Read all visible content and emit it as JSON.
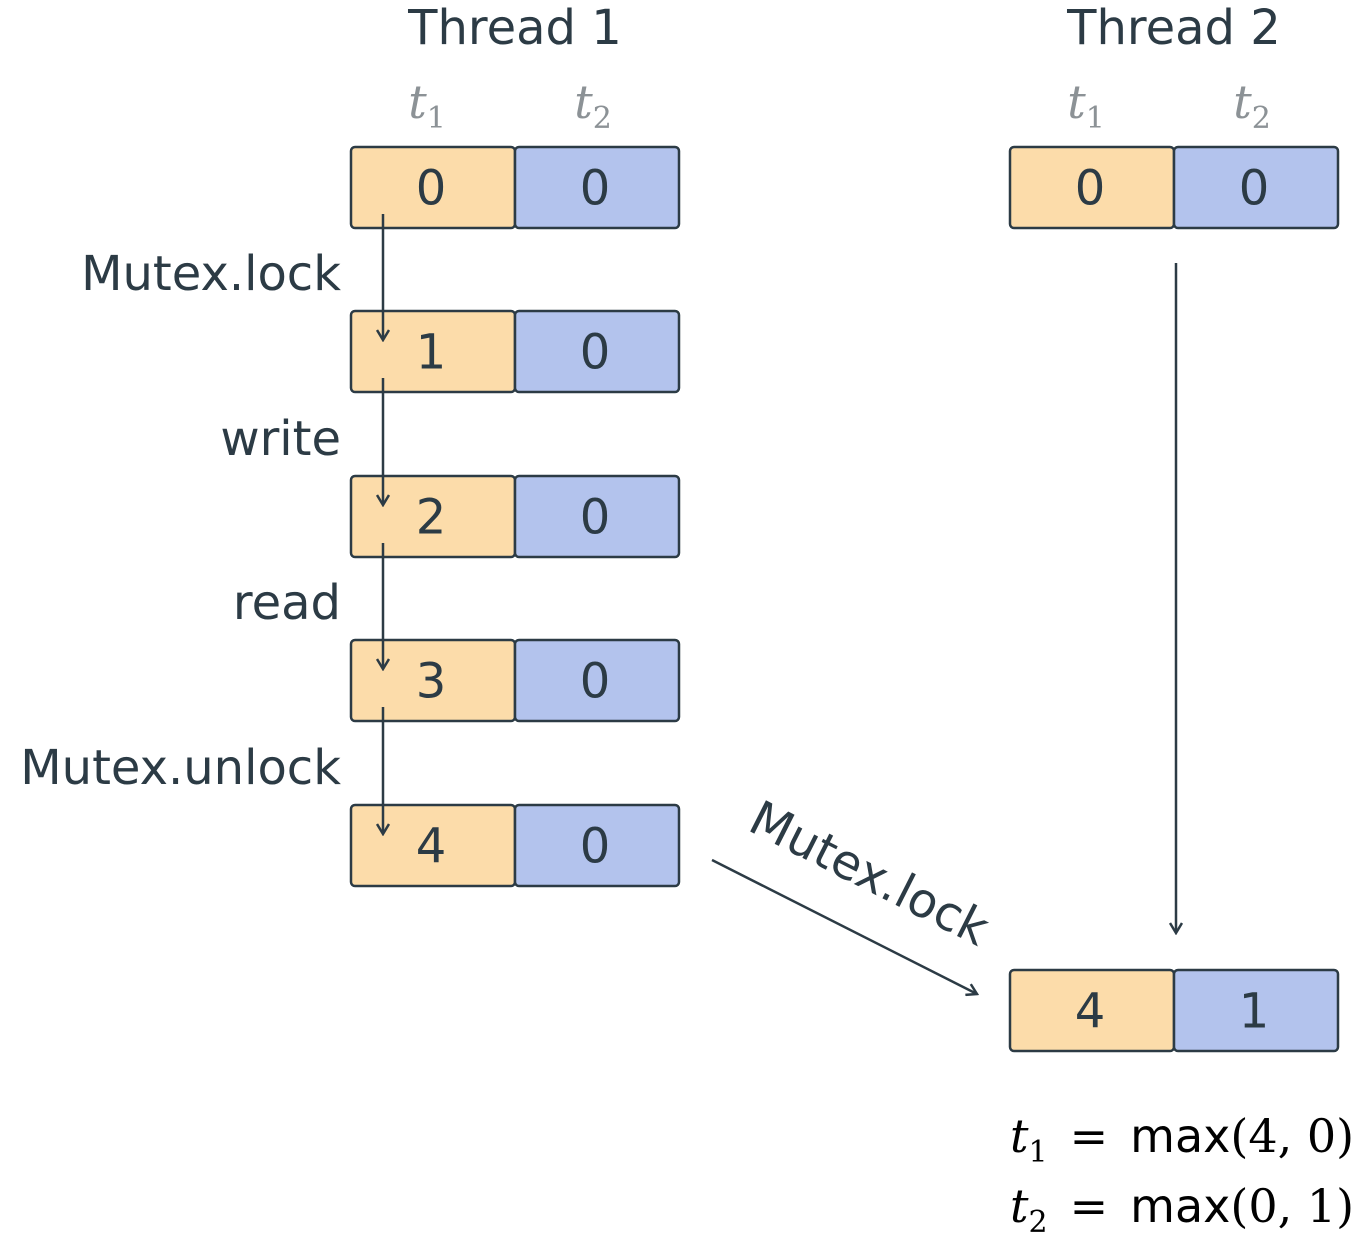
{
  "threads": [
    {
      "title": "Thread 1",
      "column_labels": [
        {
          "var": "t",
          "sub": "1"
        },
        {
          "var": "t",
          "sub": "2"
        }
      ],
      "clocks": [
        {
          "t1": "0",
          "t2": "0"
        },
        {
          "t1": "1",
          "t2": "0"
        },
        {
          "t1": "2",
          "t2": "0"
        },
        {
          "t1": "3",
          "t2": "0"
        },
        {
          "t1": "4",
          "t2": "0"
        }
      ],
      "operations": [
        "Mutex.lock",
        "write",
        "read",
        "Mutex.unlock"
      ]
    },
    {
      "title": "Thread 2",
      "column_labels": [
        {
          "var": "t",
          "sub": "1"
        },
        {
          "var": "t",
          "sub": "2"
        }
      ],
      "clocks": [
        {
          "t1": "0",
          "t2": "0"
        },
        {
          "t1": "4",
          "t2": "1"
        }
      ]
    }
  ],
  "sync_edge_label": "Mutex.lock",
  "formulas": [
    {
      "var": "t",
      "sub": "1",
      "op": "=",
      "fn": "max",
      "args": "(4, 0)"
    },
    {
      "var": "t",
      "sub": "2",
      "op": "=",
      "fn": "max",
      "args": "(0, 1)"
    }
  ],
  "colors": {
    "t1_cell": "#fcdcaa",
    "t2_cell": "#b3c3ed",
    "stroke": "#2c3b45",
    "label_gray": "#8c9296",
    "text": "#2c3b45"
  }
}
